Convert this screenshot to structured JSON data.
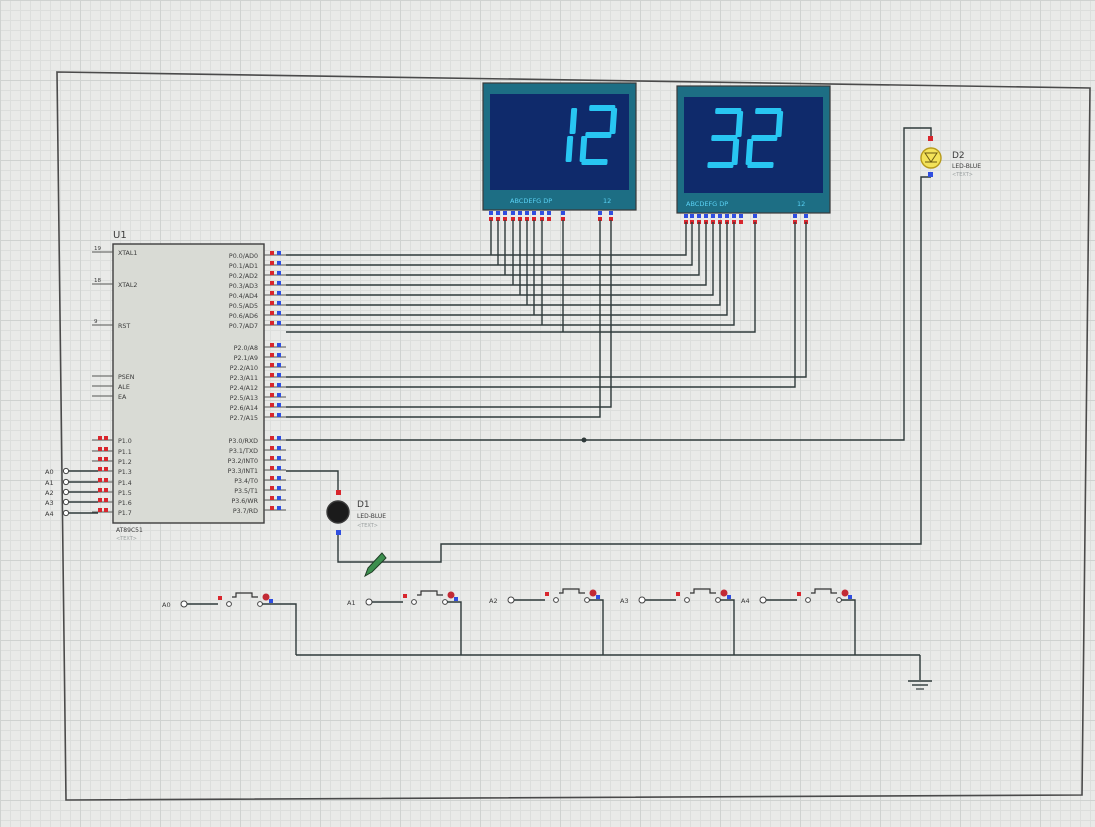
{
  "schematic": {
    "mcu": {
      "ref": "U1",
      "part": "AT89C51",
      "sub": "<TEXT>",
      "left_pins": [
        "XTAL1",
        "XTAL2",
        "RST",
        "PSEN",
        "ALE",
        "EA",
        "P1.0",
        "P1.1",
        "P1.2",
        "P1.3",
        "P1.4",
        "P1.5",
        "P1.6",
        "P1.7"
      ],
      "left_pin_numbers": [
        "19",
        "18",
        "9"
      ],
      "right_p0": [
        "P0.0/AD0",
        "P0.1/AD1",
        "P0.2/AD2",
        "P0.3/AD3",
        "P0.4/AD4",
        "P0.5/AD5",
        "P0.6/AD6",
        "P0.7/AD7"
      ],
      "right_p2": [
        "P2.0/A8",
        "P2.1/A9",
        "P2.2/A10",
        "P2.3/A11",
        "P2.4/A12",
        "P2.5/A13",
        "P2.6/A14",
        "P2.7/A15"
      ],
      "right_p3": [
        "P3.0/RXD",
        "P3.1/TXD",
        "P3.2/INT0",
        "P3.3/INT1",
        "P3.4/T0",
        "P3.5/T1",
        "P3.6/WR",
        "P3.7/RD"
      ]
    },
    "displays": [
      {
        "value": "12",
        "pin_label": "ABCDEFG DP",
        "common_label": "12"
      },
      {
        "value": "32",
        "pin_label": "ABCDEFG DP",
        "common_label": "12"
      }
    ],
    "leds": [
      {
        "ref": "D1",
        "part": "LED-BLUE",
        "sub": "<TEXT>",
        "state": "off"
      },
      {
        "ref": "D2",
        "part": "LED-BLUE",
        "sub": "<TEXT>",
        "state": "on"
      }
    ],
    "terminals": [
      "A0",
      "A1",
      "A2",
      "A3",
      "A4"
    ],
    "buttons": [
      "A0",
      "A1",
      "A2",
      "A3",
      "A4"
    ],
    "colors": {
      "display_frame": "#1d6e84",
      "display_face": "#0f2a6b",
      "segment": "#28c6f2",
      "led_on": "#f3e25a",
      "led_off": "#1b1b1b",
      "pin_red": "#d8262d",
      "pin_blue": "#2f4ee0"
    }
  }
}
